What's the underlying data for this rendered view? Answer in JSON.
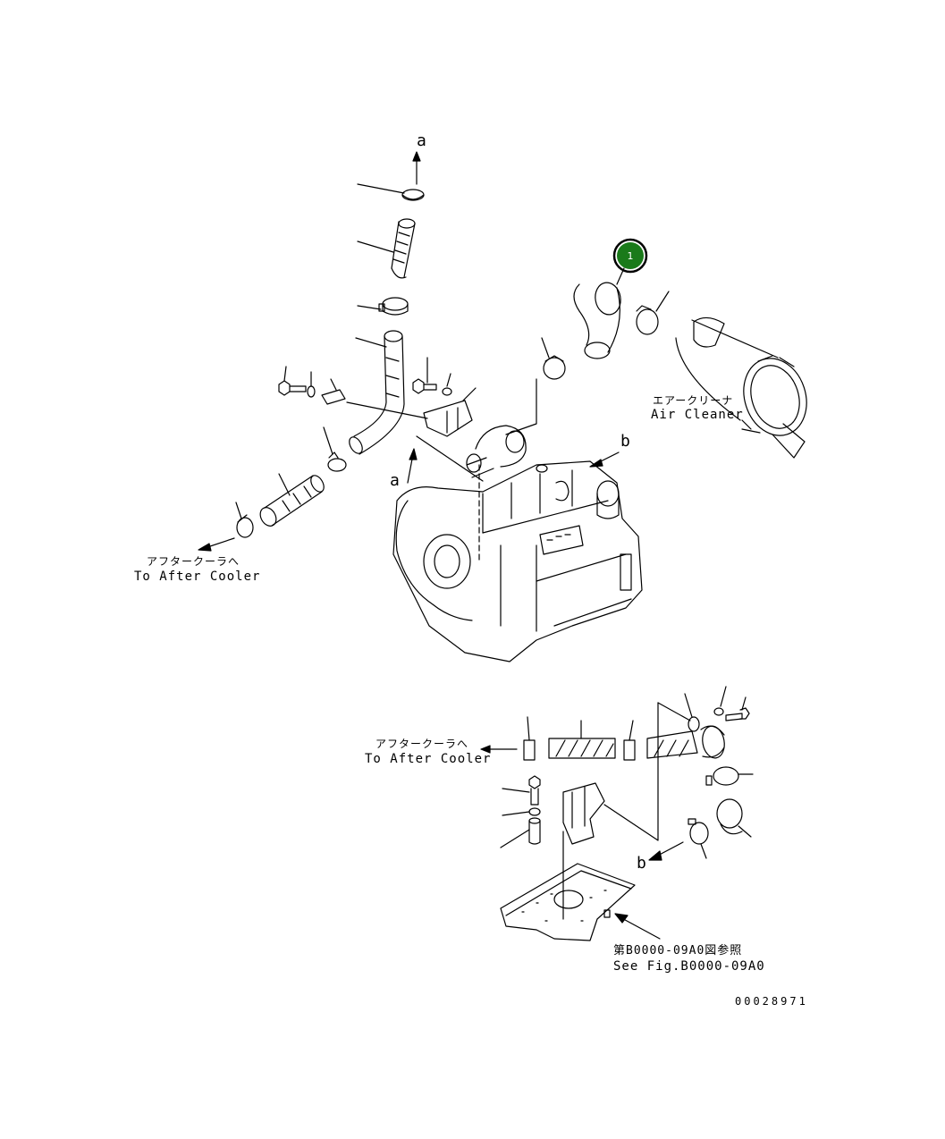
{
  "callouts": [
    {
      "number": "1",
      "color": "#1a7a1a"
    }
  ],
  "labels": {
    "ref_a_top": "a",
    "ref_a_mid": "a",
    "ref_b_top": "b",
    "ref_b_bottom": "b",
    "air_cleaner_jp": "エアークリーナ",
    "air_cleaner_en": "Air Cleaner",
    "after_cooler_left_jp": "アフタークーラへ",
    "after_cooler_left_en": "To After Cooler",
    "after_cooler_bottom_jp": "アフタークーラへ",
    "after_cooler_bottom_en": "To After Cooler",
    "see_fig_jp": "第B0000-09A0図参照",
    "see_fig_en": "See Fig.B0000-09A0",
    "drawing_number": "00028971"
  }
}
